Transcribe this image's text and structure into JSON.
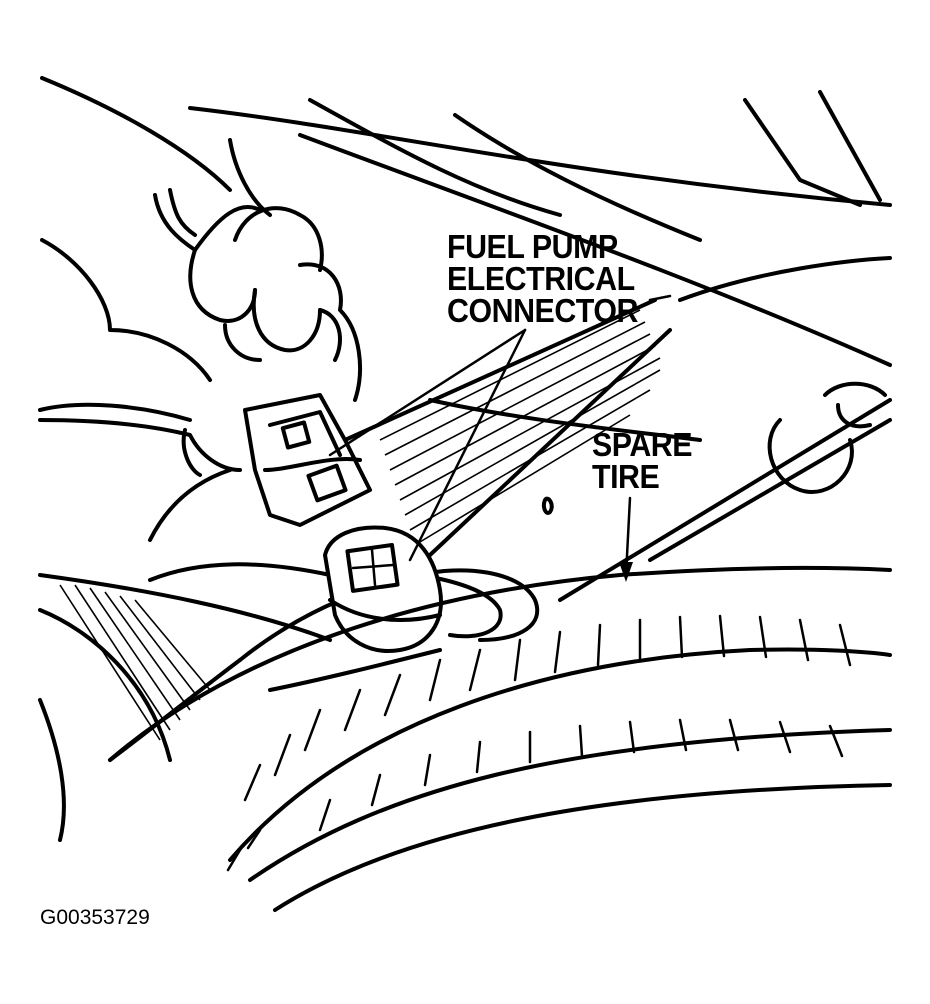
{
  "labels": {
    "fuel_pump_connector": [
      "FUEL PUMP",
      "ELECTRICAL",
      "CONNECTOR"
    ],
    "spare_tire": [
      "SPARE",
      "TIRE"
    ]
  },
  "figure_id": "G00353729"
}
